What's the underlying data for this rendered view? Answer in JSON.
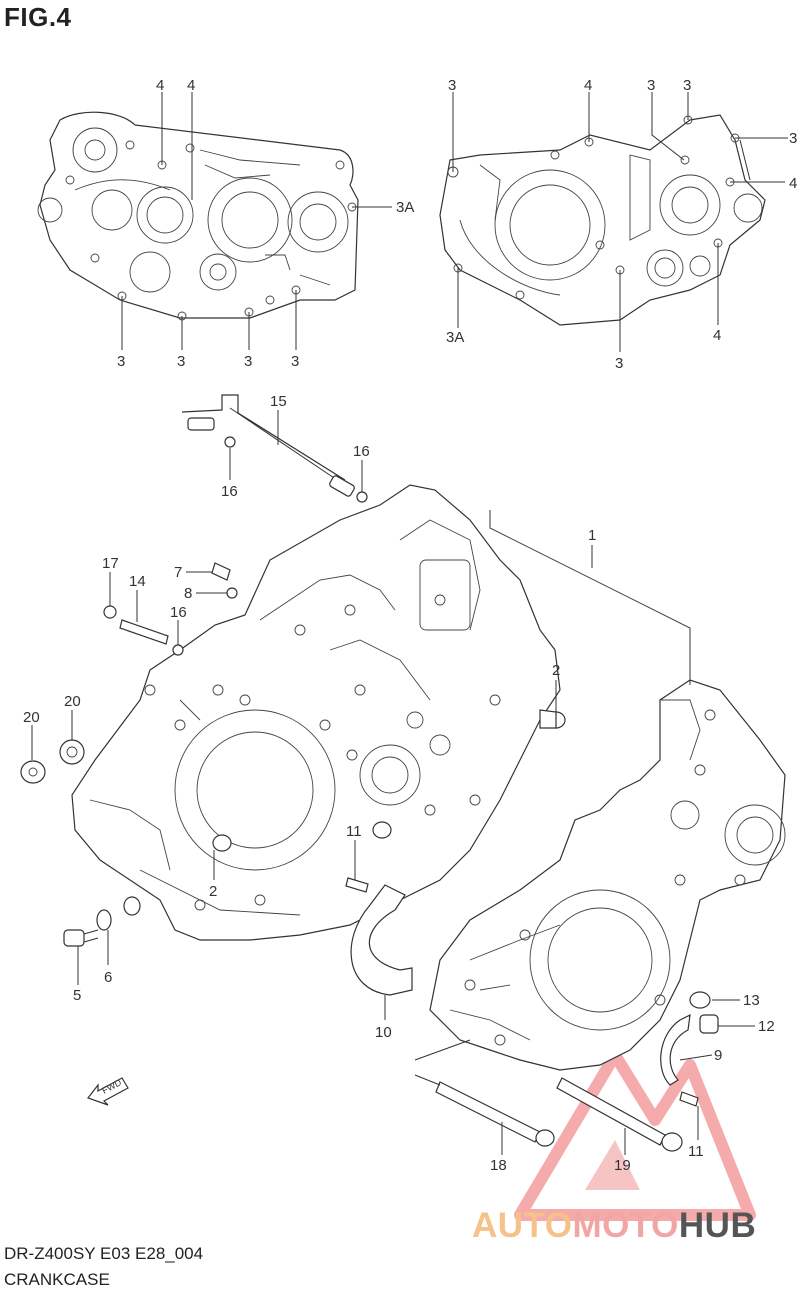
{
  "figure": {
    "title": "FIG.4"
  },
  "footer": {
    "model_code": "DR-Z400SY E03 E28_004",
    "part_name": "CRANKCASE"
  },
  "watermark": {
    "segments": [
      "AUTO",
      "MOTO",
      "HUB"
    ],
    "colors": [
      "#f6c28a",
      "#f2a5a5",
      "#555555"
    ]
  },
  "callouts": {
    "top_left": [
      "4",
      "4",
      "3A",
      "3",
      "3",
      "3",
      "3"
    ],
    "top_right": [
      "3",
      "4",
      "3",
      "3",
      "3",
      "4",
      "3A",
      "3",
      "4"
    ],
    "main": [
      "15",
      "16",
      "16",
      "1",
      "17",
      "14",
      "16",
      "7",
      "8",
      "20",
      "20",
      "2",
      "11",
      "2",
      "5",
      "6",
      "10",
      "13",
      "12",
      "9",
      "11",
      "18",
      "19"
    ]
  },
  "fwd_label": "FWD"
}
